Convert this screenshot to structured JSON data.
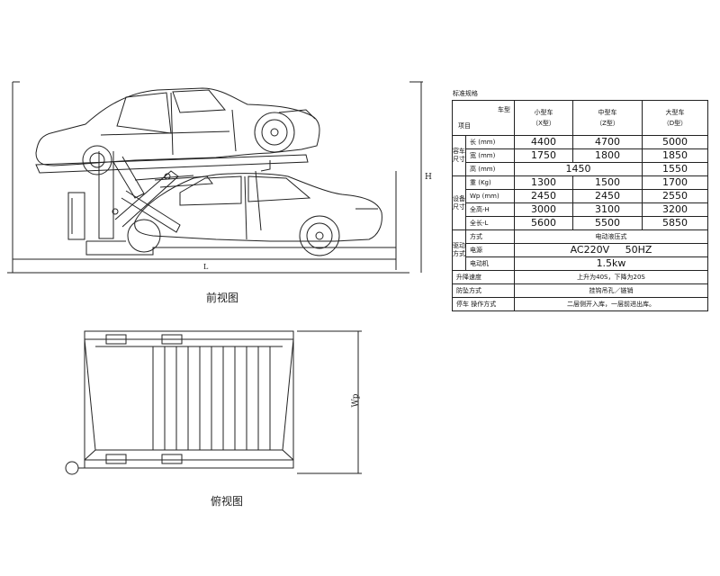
{
  "front_view": {
    "caption": "前视图",
    "dim_length": "L",
    "dim_height": "H"
  },
  "top_view": {
    "caption": "俯视图",
    "dim_width": "Wp"
  },
  "spec_table": {
    "title": "标准规格",
    "header": {
      "corner_top": "车型",
      "corner_bottom": "项目",
      "columns": [
        {
          "line1": "小型车",
          "line2": "（X型）"
        },
        {
          "line1": "中型车",
          "line2": "（Z型）"
        },
        {
          "line1": "大型车",
          "line2": "（D型）"
        }
      ]
    },
    "group_vehicle": "容车尺寸",
    "group_device": "设备尺寸",
    "group_power": "驱动方式",
    "rows": {
      "length": {
        "label": "长 (mm)",
        "values": [
          "4400",
          "4700",
          "5000"
        ]
      },
      "width": {
        "label": "宽 (mm)",
        "values": [
          "1750",
          "1800",
          "1850"
        ]
      },
      "height": {
        "label": "高 (mm)",
        "v1": "1450",
        "v2": "1550"
      },
      "weight": {
        "label": "重 (Kg)",
        "values": [
          "1300",
          "1500",
          "1700"
        ]
      },
      "wp": {
        "label": "Wp (mm)",
        "values": [
          "2450",
          "2450",
          "2550"
        ]
      },
      "h": {
        "label": "全高-H",
        "values": [
          "3000",
          "3100",
          "3200"
        ]
      },
      "l": {
        "label": "全长-L",
        "values": [
          "5600",
          "5500",
          "5850"
        ]
      },
      "method": {
        "label": "方式",
        "value": "电动液压式"
      },
      "supply": {
        "label": "电源",
        "value": "AC220V     50HZ"
      },
      "motor": {
        "label": "电动机",
        "value": "1.5kw"
      },
      "speed": {
        "label": "升降速度",
        "value": "上升为40S，下降为20S"
      },
      "brake": {
        "label": "防坠方式",
        "value": "挂钩吊孔／链销"
      },
      "parking": {
        "label": "停车  操作方式",
        "value": "二层侧开入库，一层前进出库。"
      }
    }
  }
}
